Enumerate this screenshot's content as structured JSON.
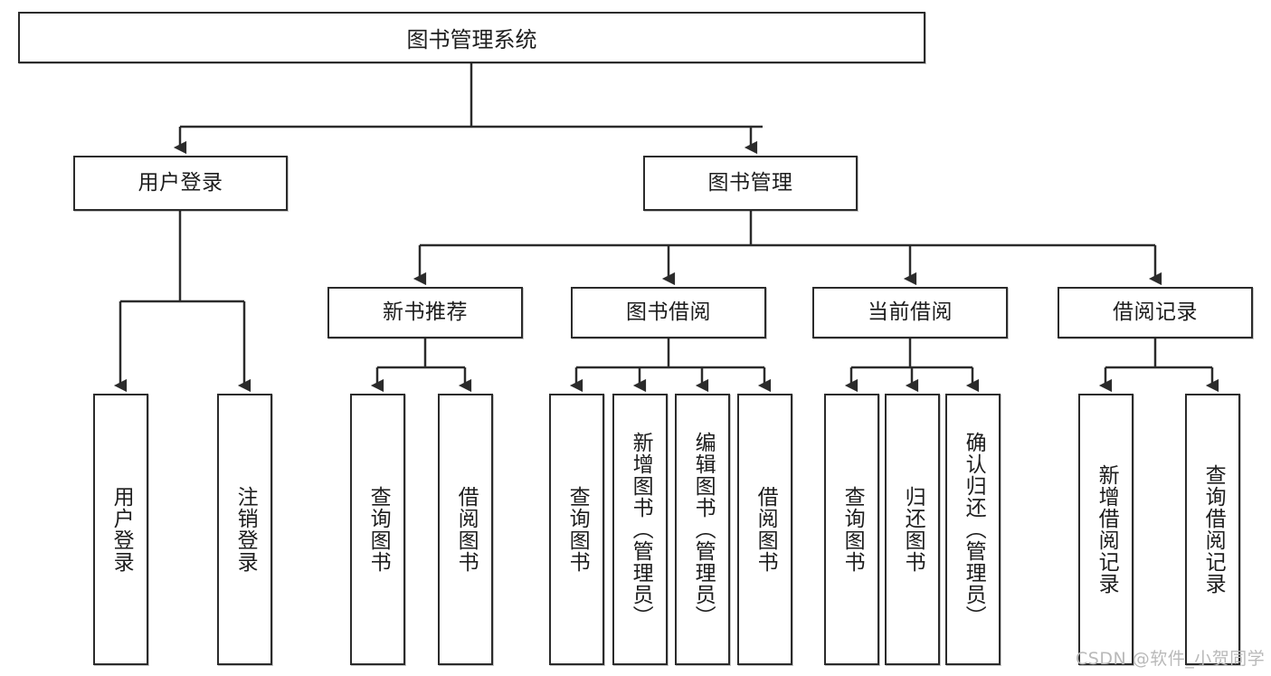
{
  "diagram": {
    "title": "图书管理系统",
    "type": "hierarchy-block-diagram",
    "root": {
      "label": "图书管理系统"
    },
    "level2": [
      {
        "label": "用户登录"
      },
      {
        "label": "图书管理"
      }
    ],
    "level3": [
      {
        "label": "新书推荐"
      },
      {
        "label": "图书借阅"
      },
      {
        "label": "当前借阅"
      },
      {
        "label": "借阅记录"
      }
    ],
    "leaves": {
      "user_login": [
        {
          "label": "用户登录"
        },
        {
          "label": "注销登录"
        }
      ],
      "new_book_recommend": [
        {
          "label": "查询图书"
        },
        {
          "label": "借阅图书"
        }
      ],
      "book_borrow": [
        {
          "label": "查询图书"
        },
        {
          "label": "新增图书（管理员）"
        },
        {
          "label": "编辑图书（管理员）"
        },
        {
          "label": "借阅图书"
        }
      ],
      "current_borrow": [
        {
          "label": "查询图书"
        },
        {
          "label": "归还图书"
        },
        {
          "label": "确认归还（管理员）"
        }
      ],
      "borrow_record": [
        {
          "label": "新增借阅记录"
        },
        {
          "label": "查询借阅记录"
        }
      ]
    }
  },
  "watermark": {
    "text": "CSDN @软件_小贺同学"
  },
  "colors": {
    "stroke": "#2b2b2b",
    "fill": "#ffffff",
    "text": "#1d1d1d",
    "watermark": "#b9b9b9"
  }
}
